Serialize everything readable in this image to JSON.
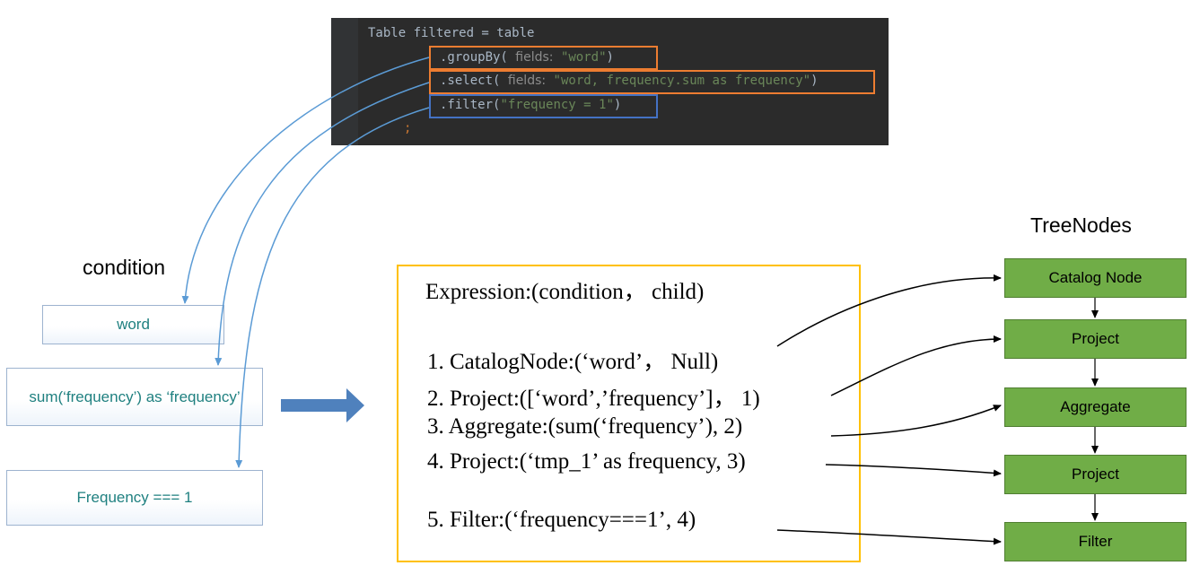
{
  "code": {
    "line1": "Table filtered = table",
    "groupby_prefix": ".groupBy(",
    "groupby_hint": "fields:",
    "groupby_arg": "\"word\"",
    "groupby_suffix": ")",
    "select_prefix": ".select(",
    "select_hint": "fields:",
    "select_arg": "\"word, frequency.sum as frequency\"",
    "select_suffix": ")",
    "filter_prefix": ".filter(",
    "filter_arg": "\"frequency = 1\"",
    "filter_suffix": ")",
    "terminator": ";"
  },
  "conditions": {
    "title": "condition",
    "items": [
      "word",
      "sum(‘frequency’) as ‘frequency’",
      "Frequency === 1"
    ]
  },
  "expression": {
    "header": "Expression:(condition， child)",
    "lines": [
      "1. CatalogNode:(‘word’， Null)",
      "2. Project:([‘word’,’frequency’]， 1)",
      "3. Aggregate:(sum(‘frequency’), 2)",
      "4. Project:(‘tmp_1’ as frequency, 3)",
      "5. Filter:(‘frequency===1’, 4)"
    ]
  },
  "tree": {
    "title": "TreeNodes",
    "nodes": [
      "Catalog Node",
      "Project",
      "Aggregate",
      "Project",
      "Filter"
    ]
  },
  "colors": {
    "code_bg": "#2b2b2b",
    "highlight_orange": "#ed7d31",
    "highlight_blue": "#4472c4",
    "link_arrows": "#5b9bd5",
    "expression_border": "#ffc000",
    "tree_node_fill": "#70ad47",
    "condition_text": "#1f8080"
  }
}
